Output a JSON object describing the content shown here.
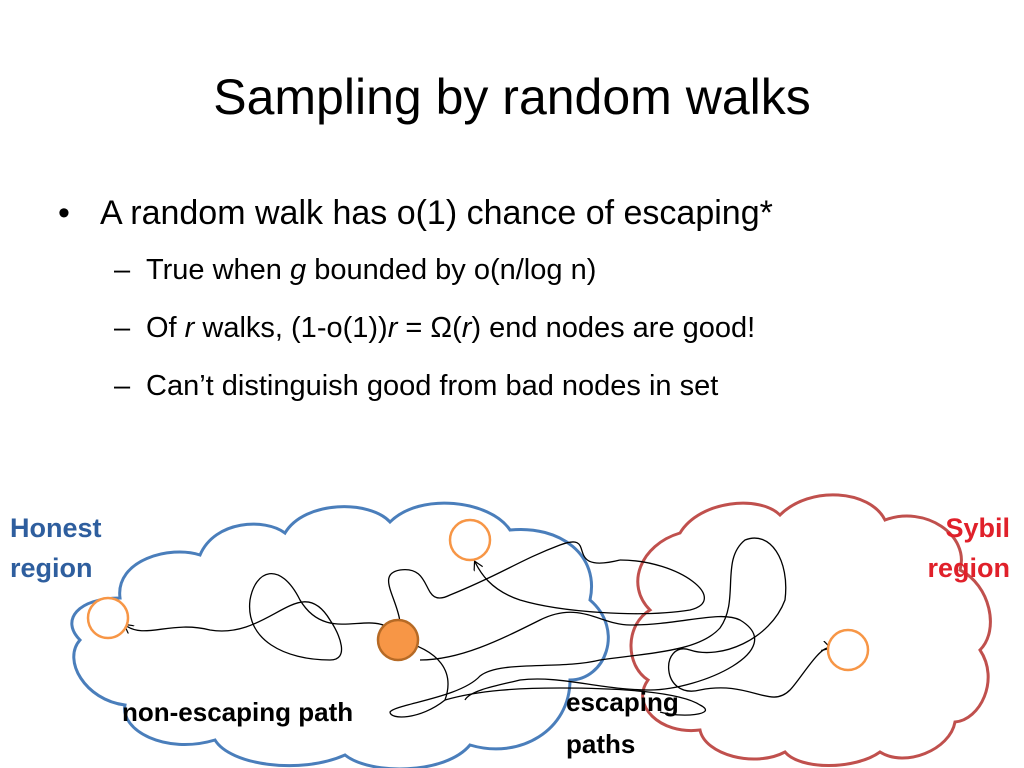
{
  "slide": {
    "title": "Sampling by random walks",
    "bullet_char": "•",
    "dash_char": "–",
    "bullet1": "A random walk has o(1) chance of escaping*",
    "sub1": {
      "p1": "True when ",
      "var": "g",
      "p2": " bounded by o(n/log n)"
    },
    "sub2": {
      "p1": "Of ",
      "var1": "r",
      "p2": " walks, (1-o(1))",
      "var2": "r",
      "p3": " = Ω(",
      "var3": "r",
      "p4": ") end nodes are good!"
    },
    "sub3": "Can’t distinguish good from bad nodes in set"
  },
  "diagram": {
    "honest_label": [
      "Honest",
      "region"
    ],
    "sybil_label": [
      "Sybil",
      "region"
    ],
    "non_escaping_label": "non-escaping path",
    "escaping_label": [
      "escaping",
      "paths"
    ],
    "colors": {
      "honest": "#2E5E9E",
      "honest_cloud": "#4A7EBB",
      "sybil": "#E0202A",
      "sybil_cloud": "#C0504D",
      "node": "#F79646",
      "start_node_fill": "#F79646",
      "start_node_stroke": "#B66A25"
    }
  }
}
